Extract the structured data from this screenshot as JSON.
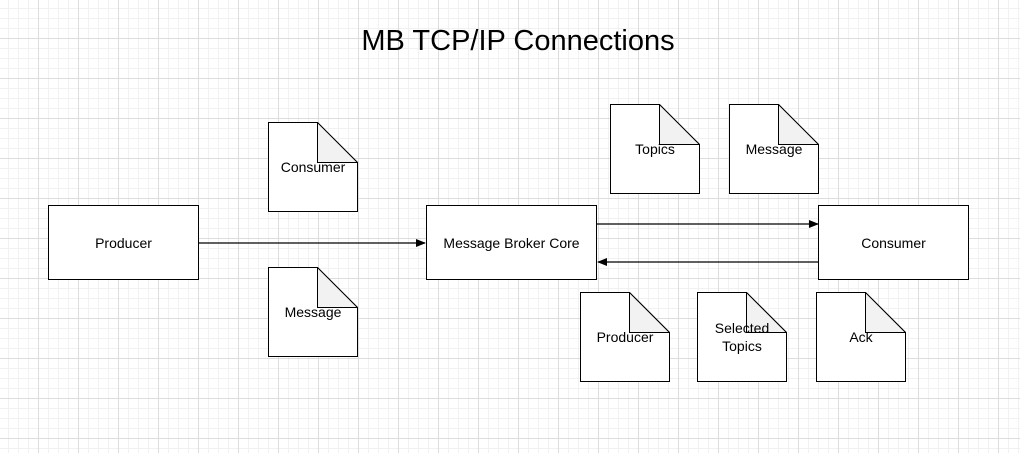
{
  "diagram": {
    "title": "MB TCP/IP Connections",
    "nodes": {
      "producer": "Producer",
      "broker": "Message Broker Core",
      "consumer": "Consumer"
    },
    "documents": {
      "consumer_info": "Consumer",
      "producer_message": "Message",
      "topics": "Topics",
      "consumer_message": "Message",
      "producer_info": "Producer",
      "selected_topics": "Selected\nTopics",
      "ack": "Ack"
    },
    "edges": [
      {
        "from": "Producer",
        "to": "Message Broker Core"
      },
      {
        "from": "Message Broker Core",
        "to": "Consumer"
      },
      {
        "from": "Consumer",
        "to": "Message Broker Core"
      }
    ]
  }
}
